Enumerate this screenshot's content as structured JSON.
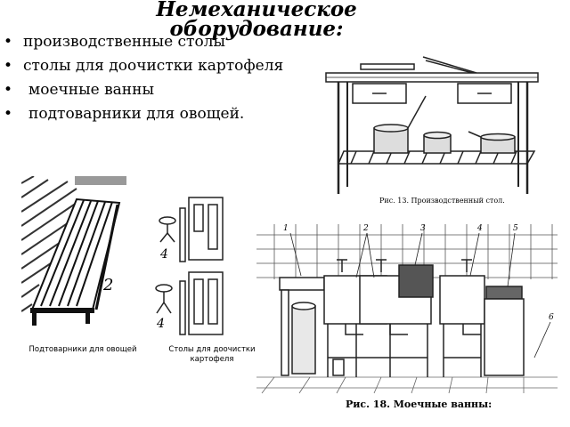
{
  "slide": {
    "title": "Немеханическое оборудование:",
    "bullets": [
      {
        "text": "производственные столы"
      },
      {
        "text": "столы для доочистки картофеля"
      },
      {
        "text": "моечные ванны"
      },
      {
        "text": "подтоварники для овощей."
      }
    ]
  },
  "figures": {
    "production_table": {
      "caption": "Рис. 13. Производственный стол."
    },
    "pallets": {
      "caption": "Подтоварники для овощей",
      "label_number": "2"
    },
    "peeling_tables": {
      "caption": "Столы для доочистки картофеля",
      "label_numbers": [
        "4",
        "4"
      ]
    },
    "washing_tubs": {
      "caption": "Рис. 18. Моечные ванны:",
      "callouts": [
        "1",
        "2",
        "3",
        "4",
        "5",
        "6"
      ]
    }
  }
}
